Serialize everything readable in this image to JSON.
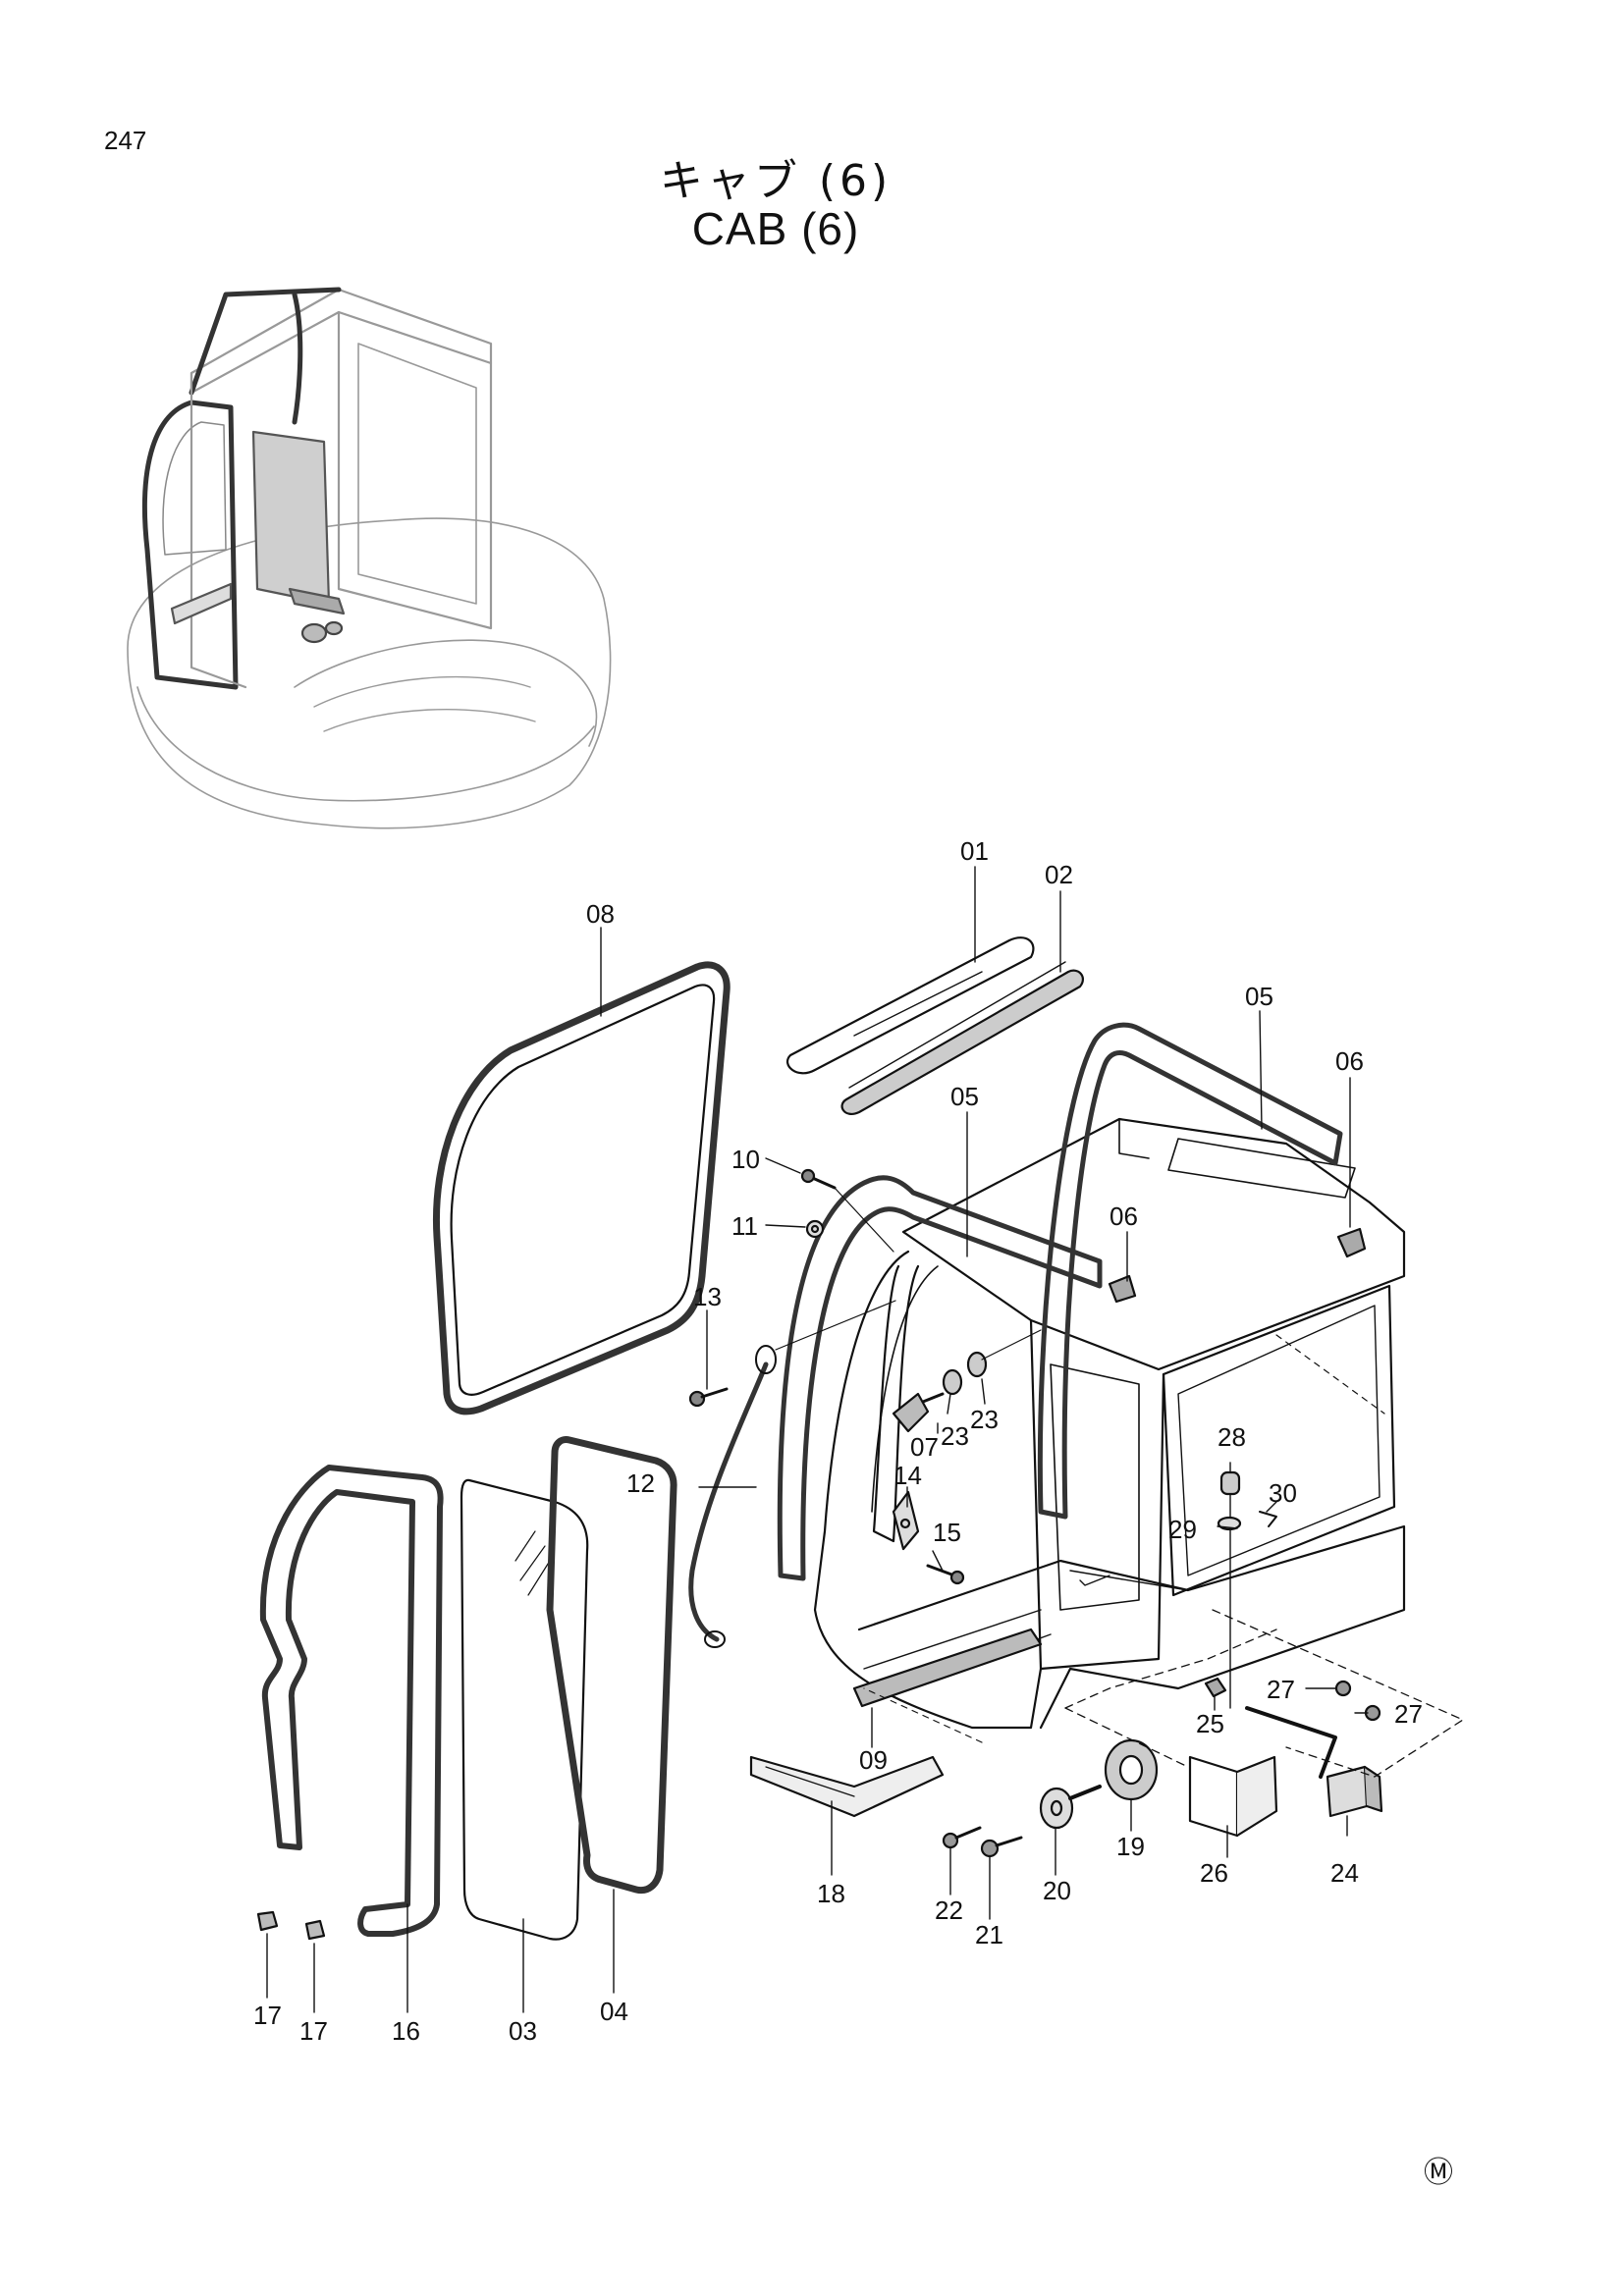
{
  "page": {
    "number": "247",
    "title_jp": "キャブ (6)",
    "title_en": "CAB (6)",
    "corner_mark": "Ⓜ"
  },
  "labels": {
    "p01": "01",
    "p02": "02",
    "p03": "03",
    "p04": "04",
    "p05a": "05",
    "p05b": "05",
    "p06a": "06",
    "p06b": "06",
    "p07": "07",
    "p08": "08",
    "p09": "09",
    "p10": "10",
    "p11": "11",
    "p12": "12",
    "p13": "13",
    "p14": "14",
    "p15": "15",
    "p16": "16",
    "p17a": "17",
    "p17b": "17",
    "p18": "18",
    "p19": "19",
    "p20": "20",
    "p21": "21",
    "p22": "22",
    "p23a": "23",
    "p23b": "23",
    "p24": "24",
    "p25": "25",
    "p26": "26",
    "p27a": "27",
    "p27b": "27",
    "p28": "28",
    "p29": "29",
    "p30": "30"
  }
}
